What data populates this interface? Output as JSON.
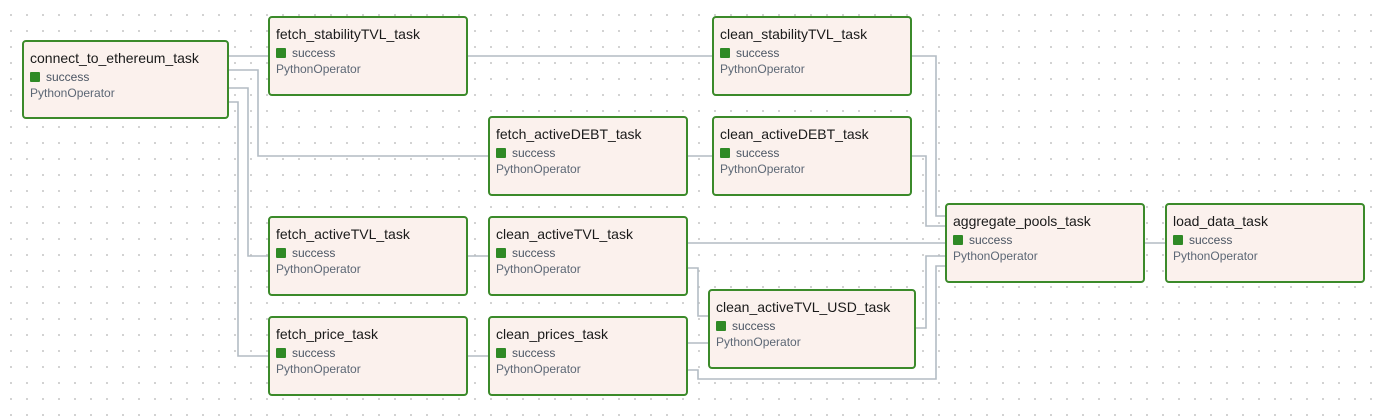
{
  "tasks": {
    "connect_to_ethereum_task": {
      "name": "connect_to_ethereum_task",
      "status": "success",
      "operator": "PythonOperator",
      "status_color": "#2f8a26"
    },
    "fetch_stabilityTVL_task": {
      "name": "fetch_stabilityTVL_task",
      "status": "success",
      "operator": "PythonOperator",
      "status_color": "#2f8a26"
    },
    "clean_stabilityTVL_task": {
      "name": "clean_stabilityTVL_task",
      "status": "success",
      "operator": "PythonOperator",
      "status_color": "#2f8a26"
    },
    "fetch_activeDEBT_task": {
      "name": "fetch_activeDEBT_task",
      "status": "success",
      "operator": "PythonOperator",
      "status_color": "#2f8a26"
    },
    "clean_activeDEBT_task": {
      "name": "clean_activeDEBT_task",
      "status": "success",
      "operator": "PythonOperator",
      "status_color": "#2f8a26"
    },
    "fetch_activeTVL_task": {
      "name": "fetch_activeTVL_task",
      "status": "success",
      "operator": "PythonOperator",
      "status_color": "#2f8a26"
    },
    "clean_activeTVL_task": {
      "name": "clean_activeTVL_task",
      "status": "success",
      "operator": "PythonOperator",
      "status_color": "#2f8a26"
    },
    "fetch_price_task": {
      "name": "fetch_price_task",
      "status": "success",
      "operator": "PythonOperator",
      "status_color": "#2f8a26"
    },
    "clean_prices_task": {
      "name": "clean_prices_task",
      "status": "success",
      "operator": "PythonOperator",
      "status_color": "#2f8a26"
    },
    "clean_activeTVL_USD_task": {
      "name": "clean_activeTVL_USD_task",
      "status": "success",
      "operator": "PythonOperator",
      "status_color": "#2f8a26"
    },
    "aggregate_pools_task": {
      "name": "aggregate_pools_task",
      "status": "success",
      "operator": "PythonOperator",
      "status_color": "#2f8a26"
    },
    "load_data_task": {
      "name": "load_data_task",
      "status": "success",
      "operator": "PythonOperator",
      "status_color": "#2f8a26"
    }
  },
  "colors": {
    "node_border": "#3b8a2a",
    "node_background": "#fbf1ed",
    "edge": "#b3bcc4",
    "success": "#2f8a26"
  }
}
